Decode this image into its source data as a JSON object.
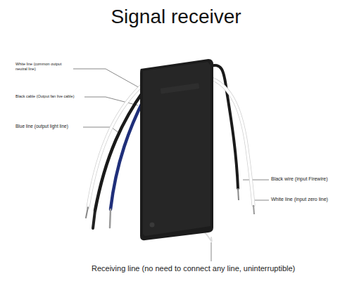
{
  "diagram": {
    "title": "Signal receiver",
    "labels": [
      "White line (common output neutral line)",
      "Black cable (Output fan live cable)",
      "Blue line (output light line)",
      "Black wire (input Firewire)",
      "White line (input zero line)",
      "Receiving line (no need to connect any line, uninterruptible)"
    ]
  }
}
